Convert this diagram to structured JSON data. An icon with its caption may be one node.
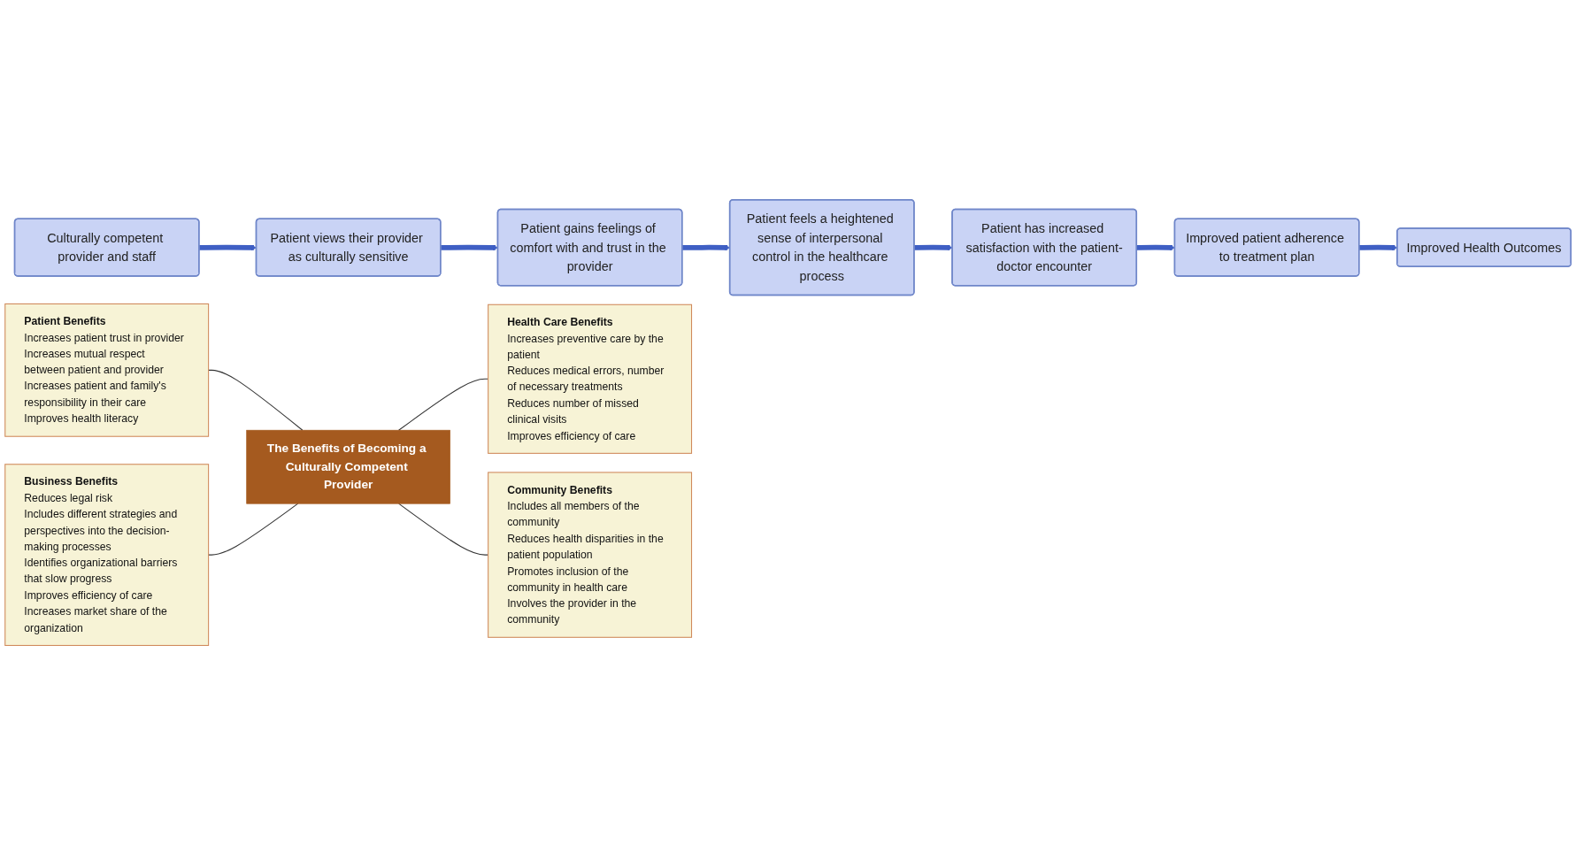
{
  "diagram": {
    "nodes": [
      {
        "text": [
          "Culturally competent provider and staff"
        ]
      },
      {
        "text": [
          "Patient views their provider as culturally sensitive"
        ]
      },
      {
        "text": [
          "Patient gains feelings of comfort with and trust in the provider"
        ]
      },
      {
        "text": [
          "Patient feels a heightened sense of interpersonal control in the healthcare process"
        ]
      },
      {
        "text": [
          "Patient has increased satisfaction with the patient-doctor encounter"
        ]
      },
      {
        "text": [
          "Improved patient adherence to treatment plan"
        ]
      },
      {
        "text": [
          "Improved Health Outcomes"
        ]
      },
      {
        "text": [
          "Patient Benefits",
          "Increases patient trust in provider",
          "Increases mutual respect between patient and provider",
          "Increases patient and family's responsibility in their care",
          "Improves health literacy"
        ]
      },
      {
        "text": [
          "Business Benefits",
          "Reduces legal risk",
          "Includes different strategies and perspectives into the decision-making processes",
          "Identifies organizational barriers that slow progress",
          "Improves efficiency of care",
          "Increases market share of the organization"
        ]
      },
      {
        "text": [
          "The Benefits of Becoming a Culturally Competent Provider"
        ]
      },
      {
        "text": [
          "Health Care Benefits",
          "Increases preventive care by the patient",
          "Reduces medical errors, number of necessary treatments",
          "Reduces number of missed clinical visits",
          "Improves efficiency of care"
        ]
      },
      {
        "text": [
          "Community Benefits",
          "Includes all members of the community",
          "Reduces health disparities in the patient population",
          "Promotes inclusion of the community in health care",
          "Involves the provider in the community"
        ]
      }
    ],
    "edges": [
      {
        "from": 0,
        "to": 1,
        "arrow": "to"
      },
      {
        "from": 1,
        "to": 2,
        "arrow": "to"
      },
      {
        "from": 2,
        "to": 3,
        "arrow": "to"
      },
      {
        "from": 3,
        "to": 4,
        "arrow": "to"
      },
      {
        "from": 4,
        "to": 5,
        "arrow": "to"
      },
      {
        "from": 5,
        "to": 6,
        "arrow": "to"
      },
      {
        "from": 7,
        "to": 9,
        "arrow": "none",
        "color": "#333333"
      },
      {
        "from": 8,
        "to": 9,
        "arrow": "none",
        "color": "#333333"
      },
      {
        "from": 9,
        "to": 10,
        "arrow": "none",
        "color": "#333333"
      },
      {
        "from": 9,
        "to": 11,
        "arrow": "none",
        "color": "#333333"
      }
    ]
  }
}
